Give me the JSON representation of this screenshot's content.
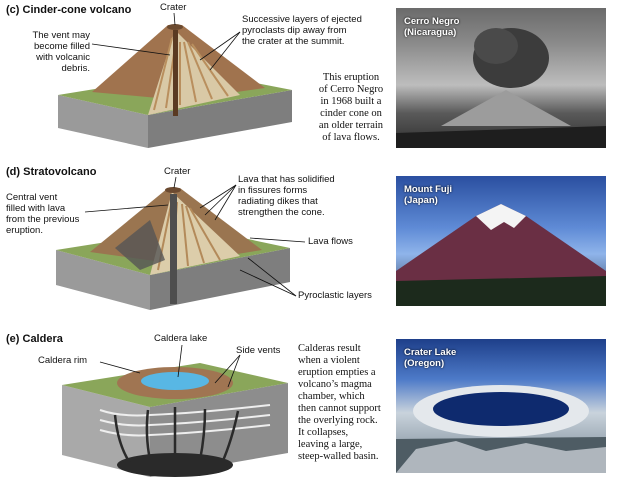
{
  "sections": {
    "cinder": {
      "heading": "(c) Cinder-cone volcano",
      "crater_label": "Crater",
      "vent_label": "The vent may\nbecome filled\nwith volcanic\ndebris.",
      "layers_label": "Successive layers of ejected\npyroclasts dip away from\nthe crater at the summit.",
      "description": "This eruption\nof Cerro Negro\nin 1968 built a\ncinder cone on\nan older terrain\nof lava flows.",
      "photo_caption": "Cerro Negro\n(Nicaragua)"
    },
    "strato": {
      "heading": "(d) Stratovolcano",
      "crater_label": "Crater",
      "vent_label": "Central vent\nfilled with lava\nfrom the previous\neruption.",
      "dikes_label": "Lava that has solidified\nin fissures forms\nradiating dikes that\nstrengthen the cone.",
      "flows_label": "Lava flows",
      "pyro_label": "Pyroclastic layers",
      "photo_caption": "Mount Fuji\n(Japan)"
    },
    "caldera": {
      "heading": "(e) Caldera",
      "lake_label": "Caldera lake",
      "rim_label": "Caldera rim",
      "vents_label": "Side vents",
      "description": "Calderas result\nwhen a violent\neruption empties a\nvolcano’s magma\nchamber, which\nthen cannot support\nthe overlying rock.\nIt collapses,\nleaving a large,\nsteep-walled basin.",
      "photo_caption": "Crater Lake\n(Oregon)"
    }
  }
}
